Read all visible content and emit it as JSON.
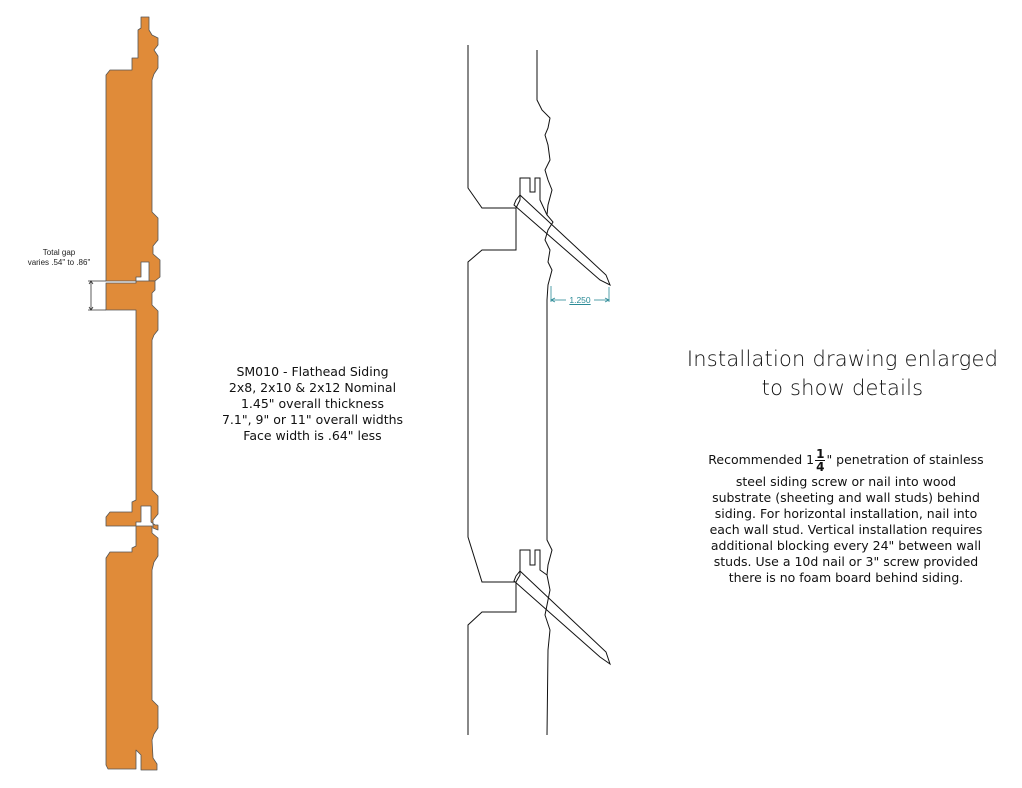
{
  "siding_profile": {
    "fill_color": "#e08b39",
    "gap_note": [
      "Total gap",
      "varies .54\" to .86\""
    ]
  },
  "spec_block": {
    "lines": [
      "SM010 - Flathead Siding",
      "2x8, 2x10 & 2x12 Nominal",
      "1.45\" overall thickness",
      "7.1\", 9\" or 11\" overall widths",
      "Face width is .64\" less"
    ]
  },
  "detail_drawing": {
    "dimension_label": "1.250",
    "dimension_color": "#2a8a96"
  },
  "heading": {
    "line1": "Installation drawing enlarged",
    "line2": "to show details"
  },
  "installation_note": {
    "prefix": "Recommended 1",
    "fraction_num": "1",
    "fraction_den": "4",
    "line1_suffix": "\" penetration of stainless",
    "rest_lines": [
      "steel siding screw or nail into wood",
      "substrate (sheeting and wall studs) behind",
      "siding.  For horizontal installation, nail into",
      "each wall stud.  Vertical installation requires",
      "additional blocking every 24\" between wall",
      "studs.  Use a 10d nail or 3\" screw provided",
      "there is no foam board behind siding."
    ]
  }
}
